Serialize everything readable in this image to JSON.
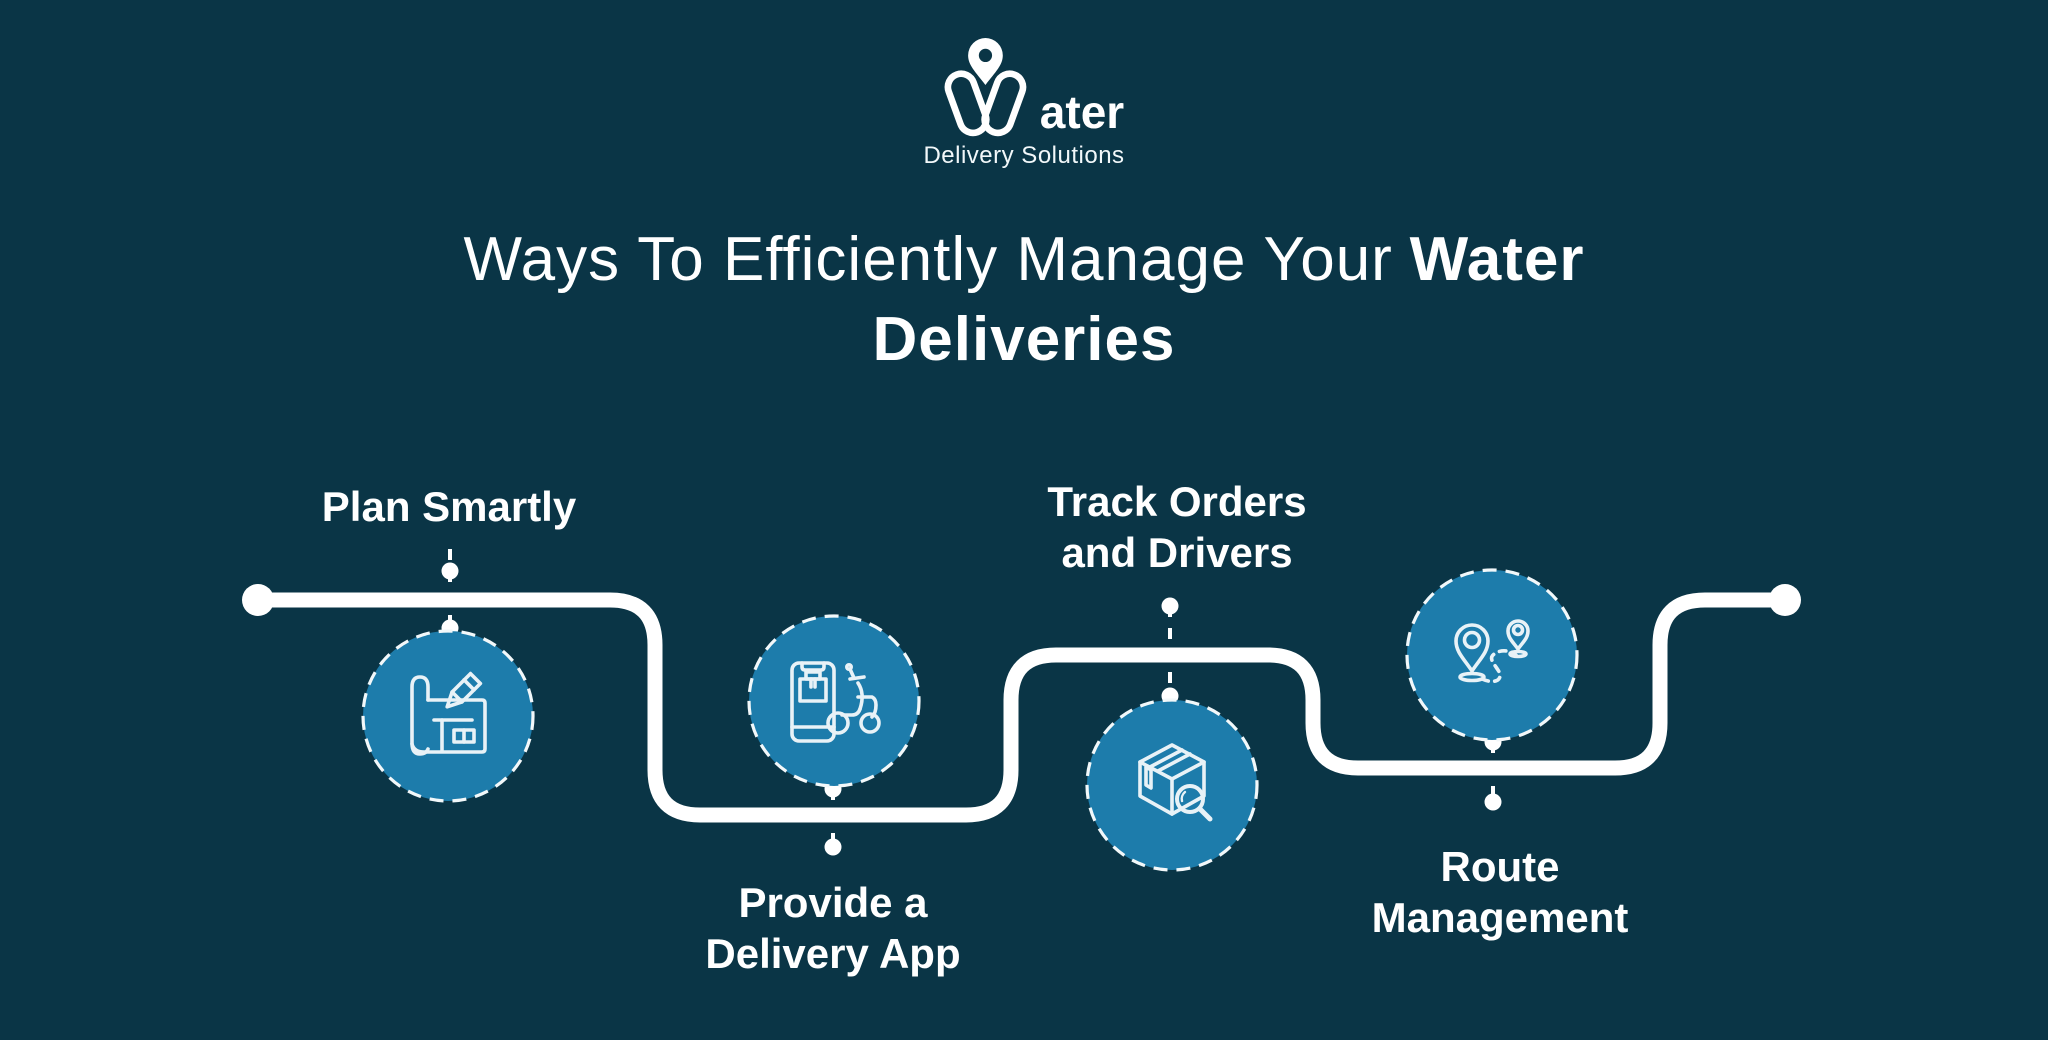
{
  "colors": {
    "background": "#0a3546",
    "circle_fill": "#1d7cab",
    "line_color": "#ffffff",
    "icon_stroke": "#e8f2f7",
    "text_color": "#ffffff"
  },
  "logo": {
    "brand_word": "Water",
    "brand_suffix": "ater",
    "tagline": "Delivery Solutions",
    "mark_icon": "location-pin-w-mark"
  },
  "title": {
    "full_text": "Ways To Efficiently Manage Your Water Deliveries",
    "line1_regular": "Ways To Efficiently Manage Your",
    "line1_bold": "Water",
    "line2_bold": "Deliveries"
  },
  "steps": [
    {
      "label": "Plan Smartly",
      "lines": [
        "Plan Smartly"
      ],
      "icon": "blueprint-pencil-icon",
      "label_position": "above"
    },
    {
      "label": "Provide a Delivery App",
      "lines": [
        "Provide a",
        "Delivery App"
      ],
      "icon": "phone-scooter-icon",
      "label_position": "below"
    },
    {
      "label": "Track Orders and Drivers",
      "lines": [
        "Track Orders",
        "and Drivers"
      ],
      "icon": "package-search-icon",
      "label_position": "above"
    },
    {
      "label": "Route Management",
      "lines": [
        "Route",
        "Management"
      ],
      "icon": "route-pins-icon",
      "label_position": "below"
    }
  ]
}
